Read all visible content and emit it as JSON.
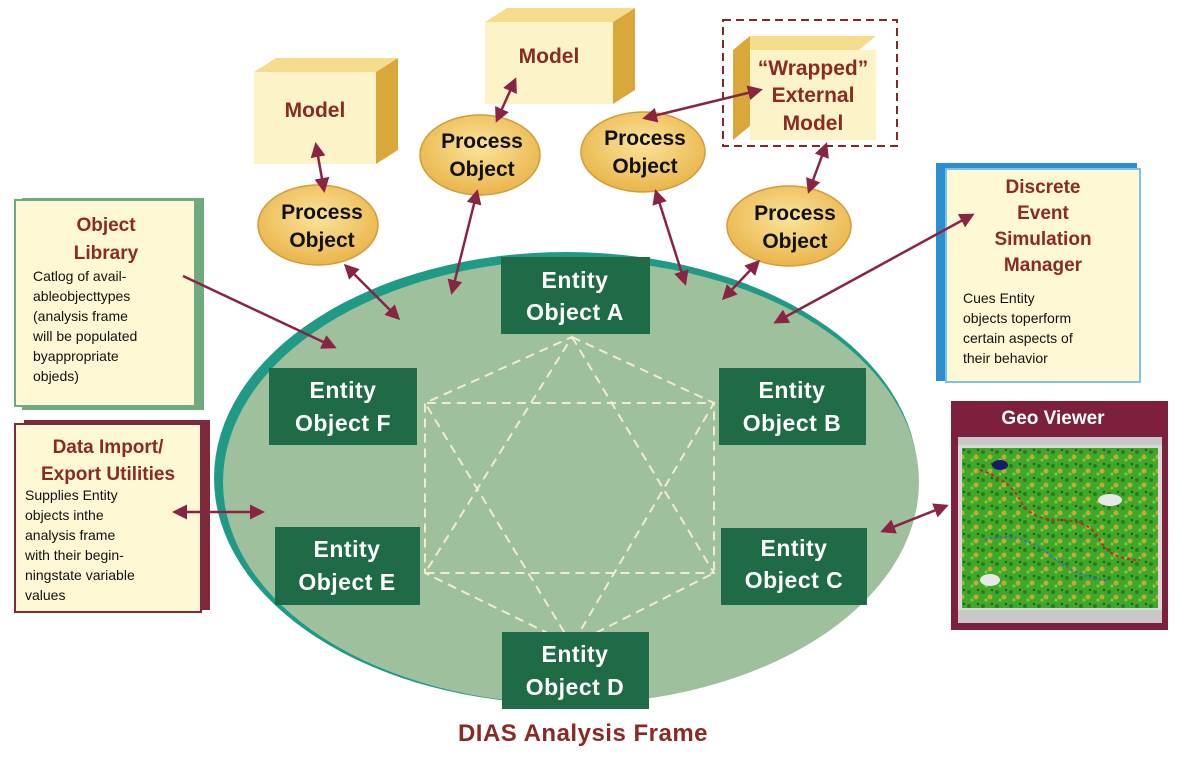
{
  "models": {
    "left": "Model",
    "center": "Model",
    "wrapped": [
      "“Wrapped”",
      "External",
      "Model"
    ]
  },
  "process_object": [
    "Process",
    "Object"
  ],
  "entities": {
    "a": [
      "Entity",
      "Object A"
    ],
    "b": [
      "Entity",
      "Object B"
    ],
    "c": [
      "Entity",
      "Object C"
    ],
    "d": [
      "Entity",
      "Object D"
    ],
    "e": [
      "Entity",
      "Object E"
    ],
    "f": [
      "Entity",
      "Object F"
    ]
  },
  "object_library": {
    "title": [
      "Object",
      "Library"
    ],
    "body": [
      "Catlog of avail-",
      "ableobjecttypes",
      "(analysis frame",
      "will be populated",
      "byappropriate",
      "objeds)"
    ]
  },
  "data_import": {
    "title": [
      "Data Import/",
      "Export Utilities"
    ],
    "body": [
      "Supplies Entity",
      "objects inthe",
      "analysis frame",
      "with their begin-",
      "ningstate variable",
      "values"
    ]
  },
  "des_manager": {
    "title": [
      "Discrete",
      "Event",
      "Simulation",
      "Manager"
    ],
    "body": [
      "Cues Entity",
      "objects toperform",
      "certain aspects of",
      "their behavior"
    ]
  },
  "geo_viewer": {
    "title": "Geo Viewer"
  },
  "frame_title": "DIAS Analysis Frame",
  "colors": {
    "frame_fill": "#9fc09d",
    "frame_edge": "#1f9a86",
    "entity_fill": "#1f6b47",
    "model_front": "#fdf3c8",
    "model_side": "#d9a83a",
    "process_fill": "#f0c65a",
    "arrow": "#8a2443",
    "title_red": "#8b2a23",
    "geo_border": "#7d1f3d"
  }
}
